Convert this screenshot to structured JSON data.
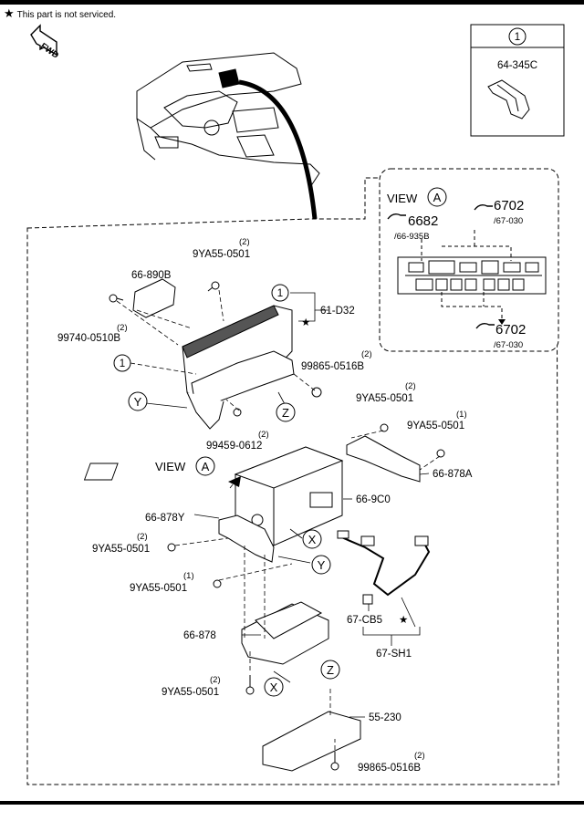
{
  "note": {
    "star": "★",
    "text": "This part is not serviced."
  },
  "fwd": "FWD",
  "inset": {
    "ref": "1",
    "part": "64-345C"
  },
  "view_box": {
    "view_label": "VIEW",
    "view_letter": "A",
    "conn_top_right": {
      "code": "6702",
      "sub": "/67-030"
    },
    "conn_top_left": {
      "code": "6682",
      "sub": "/66-935B"
    },
    "conn_bottom": {
      "code": "6702",
      "sub": "/67-030"
    }
  },
  "parts": {
    "p_9ya55_top": {
      "qty": "(2)",
      "num": "9YA55-0501"
    },
    "p_66_890b": {
      "num": "66-890B"
    },
    "p_99740": {
      "qty": "(2)",
      "num": "99740-0510B"
    },
    "p_61_d32": {
      "num": "61-D32",
      "ref": "1"
    },
    "p_ref1_left": {
      "ref": "1"
    },
    "p_99865_top": {
      "qty": "(2)",
      "num": "99865-0516B"
    },
    "p_99459": {
      "qty": "(2)",
      "num": "99459-0612"
    },
    "p_9ya55_r1": {
      "qty": "(2)",
      "num": "9YA55-0501"
    },
    "p_9ya55_r2": {
      "qty": "(1)",
      "num": "9YA55-0501"
    },
    "p_66_878a": {
      "num": "66-878A"
    },
    "p_66_9c0": {
      "num": "66-9C0"
    },
    "view_a_main": {
      "label": "VIEW",
      "letter": "A"
    },
    "p_66_878y": {
      "num": "66-878Y"
    },
    "p_9ya55_l1": {
      "qty": "(2)",
      "num": "9YA55-0501"
    },
    "p_9ya55_l2": {
      "qty": "(1)",
      "num": "9YA55-0501"
    },
    "p_67_cb5": {
      "num": "67-CB5"
    },
    "p_67_sh1": {
      "num": "67-SH1"
    },
    "p_66_878": {
      "num": "66-878"
    },
    "p_9ya55_bottom": {
      "qty": "(2)",
      "num": "9YA55-0501"
    },
    "p_55_230": {
      "num": "55-230"
    },
    "p_99865_bottom": {
      "qty": "(2)",
      "num": "99865-0516B"
    }
  },
  "markers": {
    "x": "X",
    "y": "Y",
    "z": "Z"
  }
}
